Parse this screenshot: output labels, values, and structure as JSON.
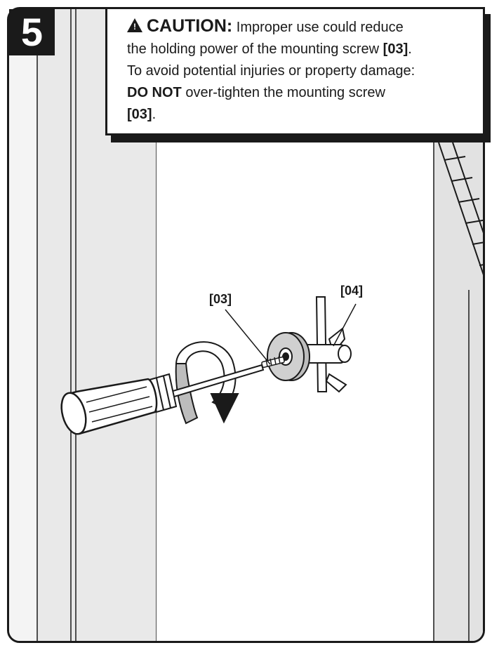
{
  "step": {
    "number": "5"
  },
  "caution": {
    "heading": "CAUTION:",
    "line1_rest": " Improper use could reduce",
    "line2_pre": "the holding power of the mounting screw ",
    "line2_ref": "[03]",
    "line2_post": ".",
    "line3": "To avoid potential injuries or property damage:",
    "line4_bold": "DO NOT",
    "line4_rest": " over-tighten the mounting screw",
    "line5_ref": "[03]",
    "line5_post": ".",
    "icon": "warning-triangle-icon"
  },
  "callouts": {
    "screw": "[03]",
    "anchor": "[04]"
  },
  "colors": {
    "ink": "#1a1a1a",
    "wall": "#f4f4f4",
    "handle": "#ffffff",
    "washer": "#bdbdbd"
  }
}
